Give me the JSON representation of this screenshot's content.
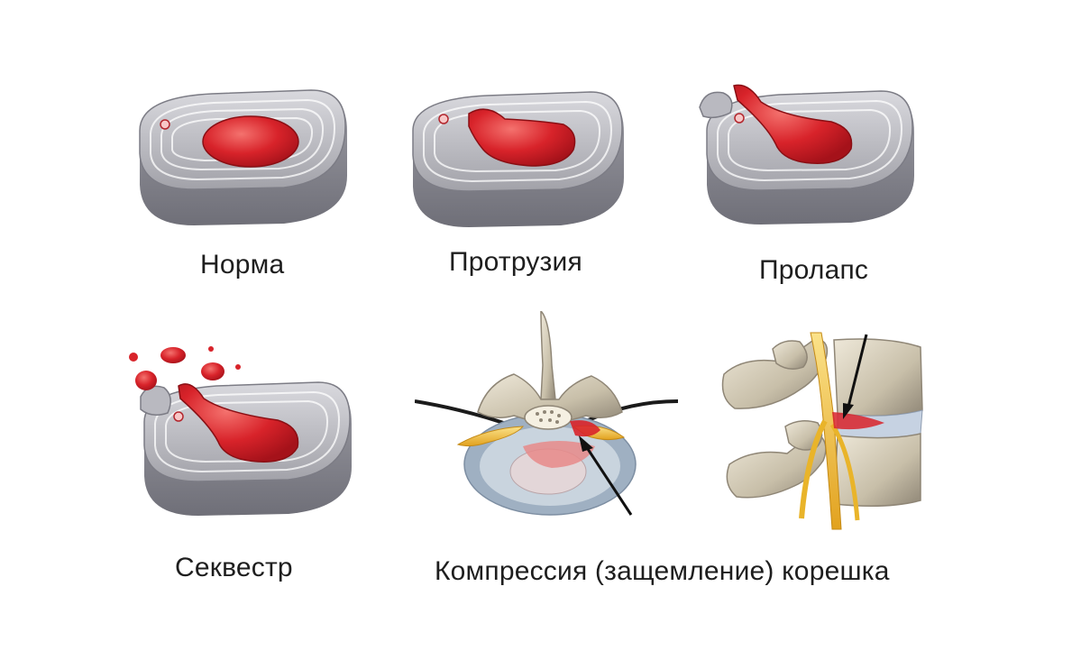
{
  "panels": {
    "normal": {
      "label": "Норма"
    },
    "protrusion": {
      "label": "Протрузия"
    },
    "prolapse": {
      "label": "Пролапс"
    },
    "sequester": {
      "label": "Секвестр"
    },
    "compression": {
      "label": "Компрессия (защемление) корешка"
    }
  },
  "colors": {
    "nucleus": "#d8232a",
    "disc_gray": "#a9a9ae",
    "bone": "#cfc6b3",
    "nerve": "#f1c232",
    "arrow": "#111111"
  }
}
